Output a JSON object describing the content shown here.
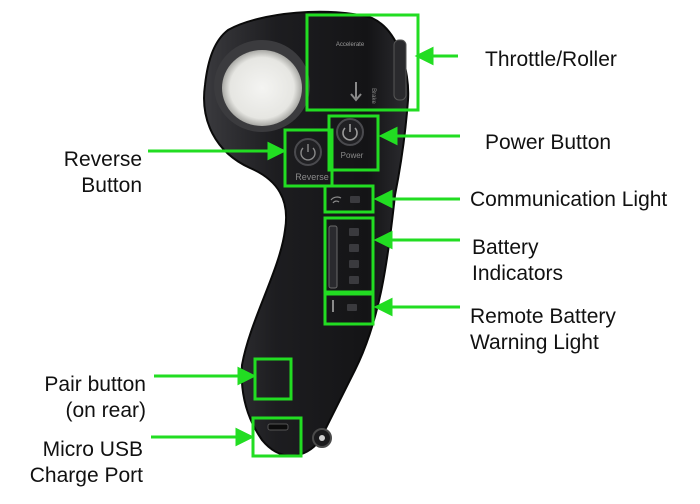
{
  "colors": {
    "annotation": "#22dd22",
    "device_body": "#1e1e20",
    "label_text": "#111111"
  },
  "callouts": {
    "throttle": {
      "lines": [
        "Throttle/Roller"
      ]
    },
    "power": {
      "lines": [
        "Power Button"
      ]
    },
    "reverse": {
      "lines": [
        "Reverse",
        "Button"
      ]
    },
    "communication": {
      "lines": [
        "Communication Light"
      ]
    },
    "battery": {
      "lines": [
        "Battery",
        "Indicators"
      ]
    },
    "remote_battery": {
      "lines": [
        "Remote Battery",
        "Warning Light"
      ]
    },
    "pair": {
      "lines": [
        "Pair button",
        "(on rear)"
      ]
    },
    "usb": {
      "lines": [
        "Micro USB",
        "Charge Port"
      ]
    }
  },
  "device_text": {
    "power": "Power",
    "reverse": "Reverse",
    "throttle_arrow": "Brake",
    "brand": "Accelerate"
  }
}
